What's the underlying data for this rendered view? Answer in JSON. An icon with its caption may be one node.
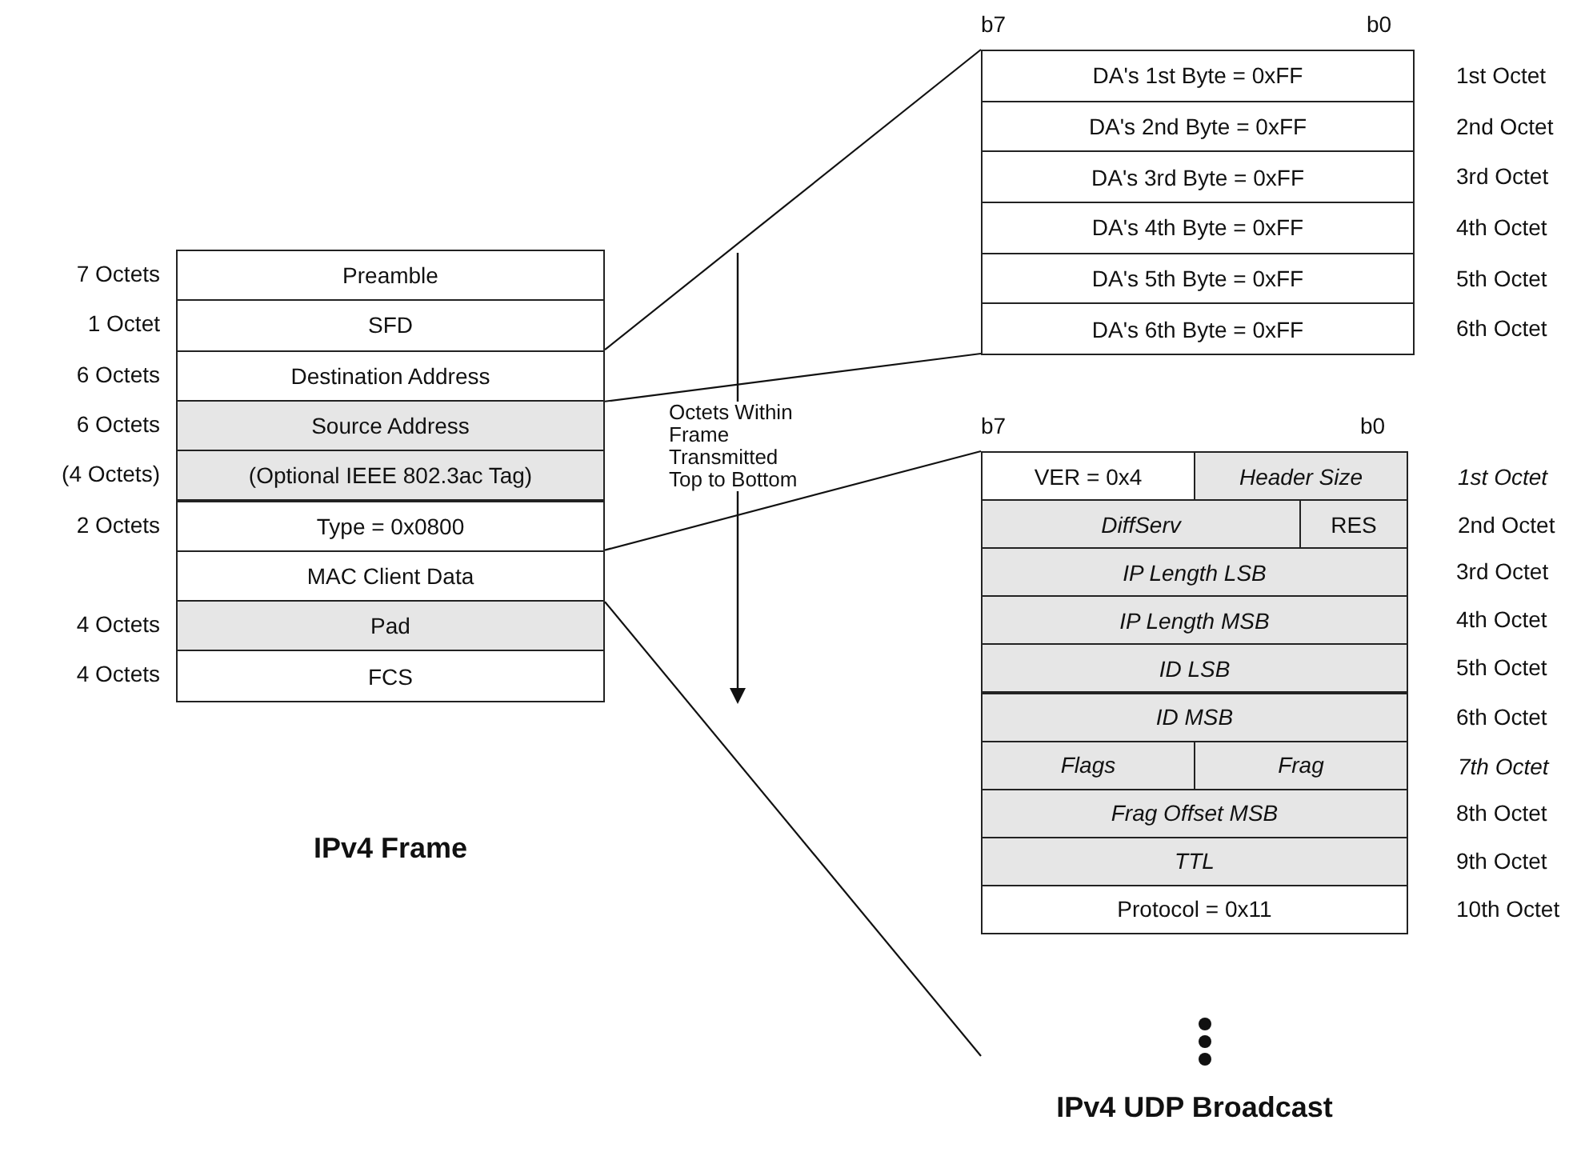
{
  "diagram": {
    "nodes": [
      {
        "text": [
          "IPv4 Frame"
        ]
      },
      {
        "text": [
          "Preamble"
        ],
        "in": 0,
        "beside": [
          "7 Octets"
        ]
      },
      {
        "text": [
          "SFD"
        ],
        "in": 0,
        "beside": [
          "1 Octet"
        ]
      },
      {
        "text": [
          "Destination Address"
        ],
        "in": 0,
        "beside": [
          "6 Octets"
        ]
      },
      {
        "text": [
          "Source Address"
        ],
        "in": 0,
        "beside": [
          "6 Octets"
        ]
      },
      {
        "text": [
          "(Optional IEEE 802.3ac Tag)"
        ],
        "in": 0,
        "beside": [
          "(4 Octets)"
        ]
      },
      {
        "text": [
          "Type = 0x0800"
        ],
        "in": 0,
        "beside": [
          "2 Octets"
        ]
      },
      {
        "text": [
          "MAC Client Data"
        ],
        "in": 0
      },
      {
        "text": [
          "Pad"
        ],
        "in": 0,
        "beside": [
          "4 Octets"
        ]
      },
      {
        "text": [
          "FCS"
        ],
        "in": 0,
        "beside": [
          "4 Octets"
        ]
      },
      {
        "text": [
          "b7",
          "b0"
        ]
      },
      {
        "text": [
          "DA's 1st Byte = 0xFF"
        ],
        "in": 10,
        "beside": [
          "1st Octet"
        ]
      },
      {
        "text": [
          "DA's 2nd Byte = 0xFF"
        ],
        "in": 10,
        "beside": [
          "2nd Octet"
        ]
      },
      {
        "text": [
          "DA's 3rd Byte = 0xFF"
        ],
        "in": 10,
        "beside": [
          "3rd Octet"
        ]
      },
      {
        "text": [
          "DA's 4th Byte = 0xFF"
        ],
        "in": 10,
        "beside": [
          "4th Octet"
        ]
      },
      {
        "text": [
          "DA's 5th Byte = 0xFF"
        ],
        "in": 10,
        "beside": [
          "5th Octet"
        ]
      },
      {
        "text": [
          "DA's 6th Byte = 0xFF"
        ],
        "in": 10,
        "beside": [
          "6th Octet"
        ]
      },
      {
        "text": [
          "b7",
          "b0",
          "IPv4 UDP Broadcast"
        ]
      },
      {
        "text": [
          "VER = 0x4"
        ],
        "in": 17
      },
      {
        "text": [
          "Header Size"
        ],
        "in": 17,
        "beside": [
          "1st Octet"
        ]
      },
      {
        "text": [
          "DiffServ"
        ],
        "in": 17
      },
      {
        "text": [
          "RES"
        ],
        "in": 17,
        "beside": [
          "2nd Octet"
        ]
      },
      {
        "text": [
          "IP Length LSB"
        ],
        "in": 17,
        "beside": [
          "3rd Octet"
        ]
      },
      {
        "text": [
          "IP Length MSB"
        ],
        "in": 17,
        "beside": [
          "4th Octet"
        ]
      },
      {
        "text": [
          "ID LSB"
        ],
        "in": 17,
        "beside": [
          "5th Octet"
        ]
      },
      {
        "text": [
          "ID MSB"
        ],
        "in": 17,
        "beside": [
          "6th Octet"
        ]
      },
      {
        "text": [
          "Flags"
        ],
        "in": 17
      },
      {
        "text": [
          "Frag"
        ],
        "in": 17,
        "beside": [
          "7th Octet"
        ]
      },
      {
        "text": [
          "Frag Offset MSB"
        ],
        "in": 17,
        "beside": [
          "8th Octet"
        ]
      },
      {
        "text": [
          "TTL"
        ],
        "in": 17,
        "beside": [
          "9th Octet"
        ]
      },
      {
        "text": [
          "Protocol = 0x11"
        ],
        "in": 17,
        "beside": [
          "10th Octet"
        ]
      }
    ],
    "edges": [
      {
        "from": 3,
        "to": 10,
        "arrow": "none"
      },
      {
        "from": 3,
        "to": 10,
        "arrow": "none"
      },
      {
        "from": 7,
        "to": 17,
        "arrow": "none"
      },
      {
        "from": 7,
        "to": 17,
        "arrow": "none"
      }
    ],
    "labels": [
      "Octets Within Frame Transmitted Top to Bottom"
    ]
  }
}
